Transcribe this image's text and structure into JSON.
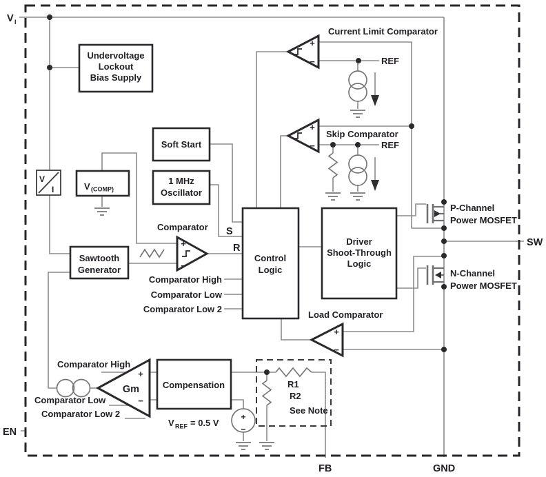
{
  "pins": {
    "vi_main": "V",
    "vi_sub": "I",
    "en": "EN",
    "sw": "SW",
    "fb": "FB",
    "gnd": "GND"
  },
  "blocks": {
    "uvlo": [
      "Undervoltage",
      "Lockout",
      "Bias Supply"
    ],
    "soft_start": "Soft Start",
    "oscillator": [
      "1 MHz",
      "Oscillator"
    ],
    "vcomp_main": "V",
    "vcomp_sub": "(COMP)",
    "vi_conv_v": "V",
    "vi_conv_i": "I",
    "sawtooth": [
      "Sawtooth",
      "Generator"
    ],
    "control": [
      "Control",
      "Logic"
    ],
    "driver": [
      "Driver",
      "Shoot-Through",
      "Logic"
    ],
    "compensation": "Compensation"
  },
  "comparators": {
    "current_limit": "Current Limit Comparator",
    "skip": "Skip Comparator",
    "pwm": "Comparator",
    "load": "Load Comparator",
    "gm": "Gm",
    "plus": "+",
    "minus": "−"
  },
  "signals": {
    "ref": "REF",
    "s": "S",
    "r": "R",
    "comp_high": "Comparator High",
    "comp_low": "Comparator Low",
    "comp_low2": "Comparator Low 2"
  },
  "mosfets": {
    "p1": "P-Channel",
    "p2": "Power MOSFET",
    "n1": "N-Channel",
    "n2": "Power MOSFET"
  },
  "feedback": {
    "r1": "R1",
    "r2": "R2",
    "note": "See Note",
    "vref_main": "V",
    "vref_sub": "REF",
    "vref_eq": "= 0.5 V"
  },
  "colors": {
    "wire": "#8b8b8e",
    "outline": "#2b292c",
    "text": "#232025",
    "background": "#ffffff"
  }
}
